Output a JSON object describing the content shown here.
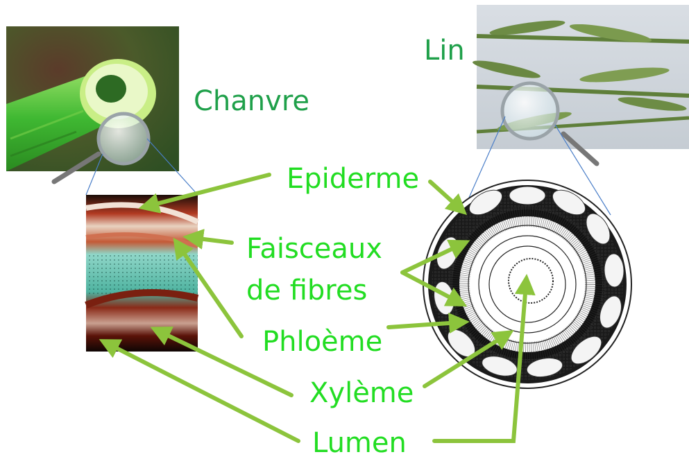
{
  "plants": {
    "hemp": "Chanvre",
    "flax": "Lin"
  },
  "parts": {
    "epidermis": "Epiderme",
    "fiber_bundles_line1": "Faisceaux",
    "fiber_bundles_line2": "de fibres",
    "phloem": "Phloème",
    "xylem": "Xylème",
    "lumen": "Lumen"
  },
  "colors": {
    "plant_label": "#1fa04a",
    "part_label": "#22dd22",
    "arrow": "#8cc43c",
    "connector": "#4a7ec8"
  },
  "icons": {
    "magnifier": "magnifying-glass-icon"
  }
}
